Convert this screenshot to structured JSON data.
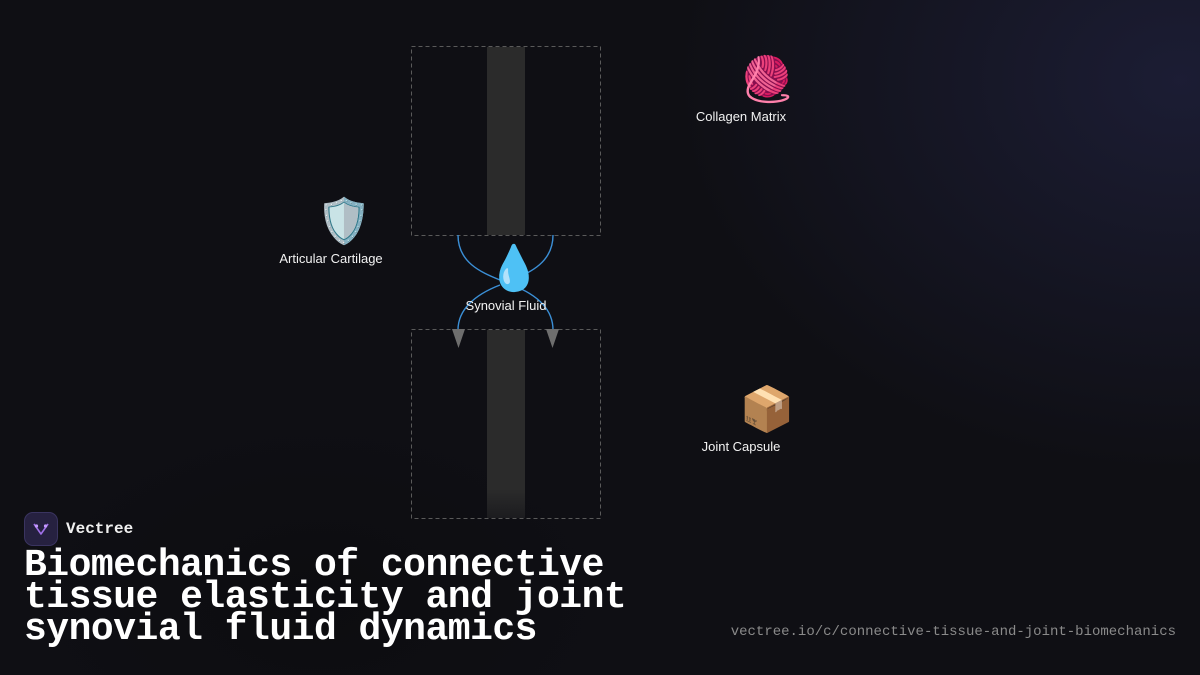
{
  "brand": {
    "name": "Vectree"
  },
  "title": "Biomechanics of connective tissue elasticity and joint synovial fluid dynamics",
  "url": "vectree.io/c/connective-tissue-and-joint-biomechanics",
  "diagram": {
    "nodes": [
      {
        "id": "collagen-matrix",
        "label": "Collagen Matrix",
        "icon": "yarn-ball-icon",
        "glyph": "🧶"
      },
      {
        "id": "articular-cartilage",
        "label": "Articular Cartilage",
        "icon": "shield-icon",
        "glyph": "🛡️"
      },
      {
        "id": "synovial-fluid",
        "label": "Synovial Fluid",
        "icon": "droplet-icon",
        "glyph": "💧"
      },
      {
        "id": "joint-capsule",
        "label": "Joint Capsule",
        "icon": "package-icon",
        "glyph": "📦"
      }
    ],
    "colors": {
      "connector": "#3b8fd6",
      "arrowhead": "#6e6e6e",
      "frame_dash": "#5a5a5a",
      "bone_column": "#2b2b2b"
    }
  }
}
